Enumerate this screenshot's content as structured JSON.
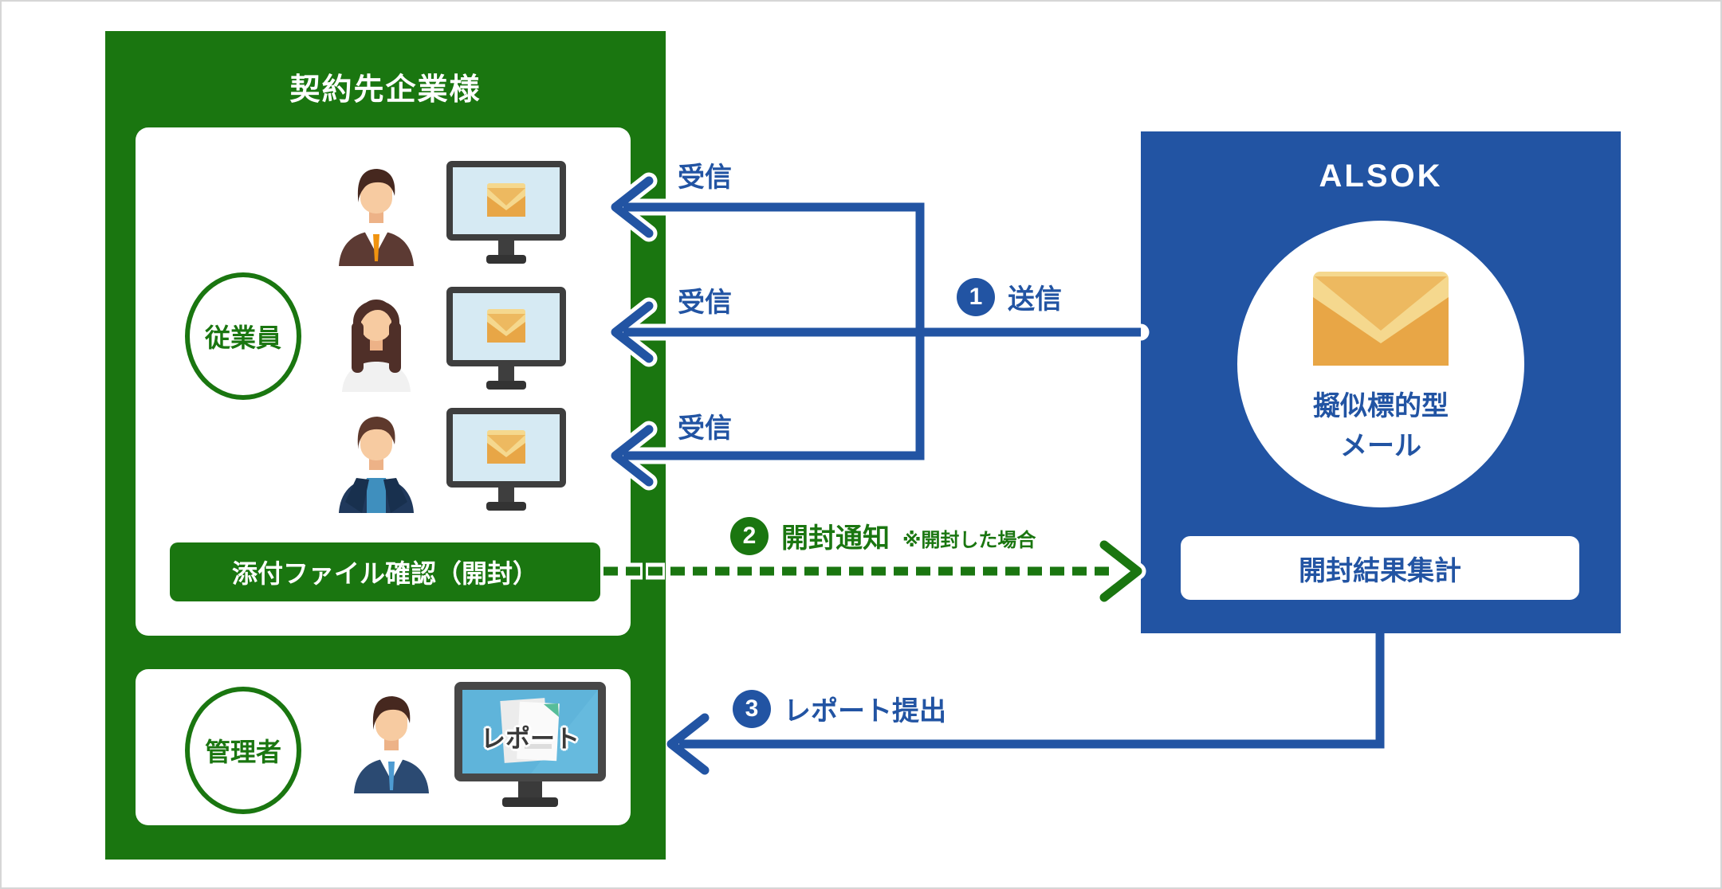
{
  "colors": {
    "green": "#1A7610",
    "blue": "#2254A3",
    "screen_blue": "#D6EAF3",
    "report_screen_blue": "#5FB4DA",
    "envelope_orange": "#E9AC4C"
  },
  "company_box": {
    "title": "契約先企業様",
    "employee_section": {
      "role": "従業員",
      "banner": "添付ファイル確認（開封）"
    },
    "admin_section": {
      "role": "管理者",
      "monitor_text": "レポート"
    }
  },
  "alsok_box": {
    "title": "ALSOK",
    "mail_label_line1": "擬似標的型",
    "mail_label_line2": "メール",
    "banner": "開封結果集計"
  },
  "flow": {
    "receive_labels": [
      "受信",
      "受信",
      "受信"
    ],
    "steps": [
      {
        "number": "1",
        "label": "送信"
      },
      {
        "number": "2",
        "label": "開封通知",
        "note": "※開封した場合"
      },
      {
        "number": "3",
        "label": "レポート提出"
      }
    ]
  }
}
